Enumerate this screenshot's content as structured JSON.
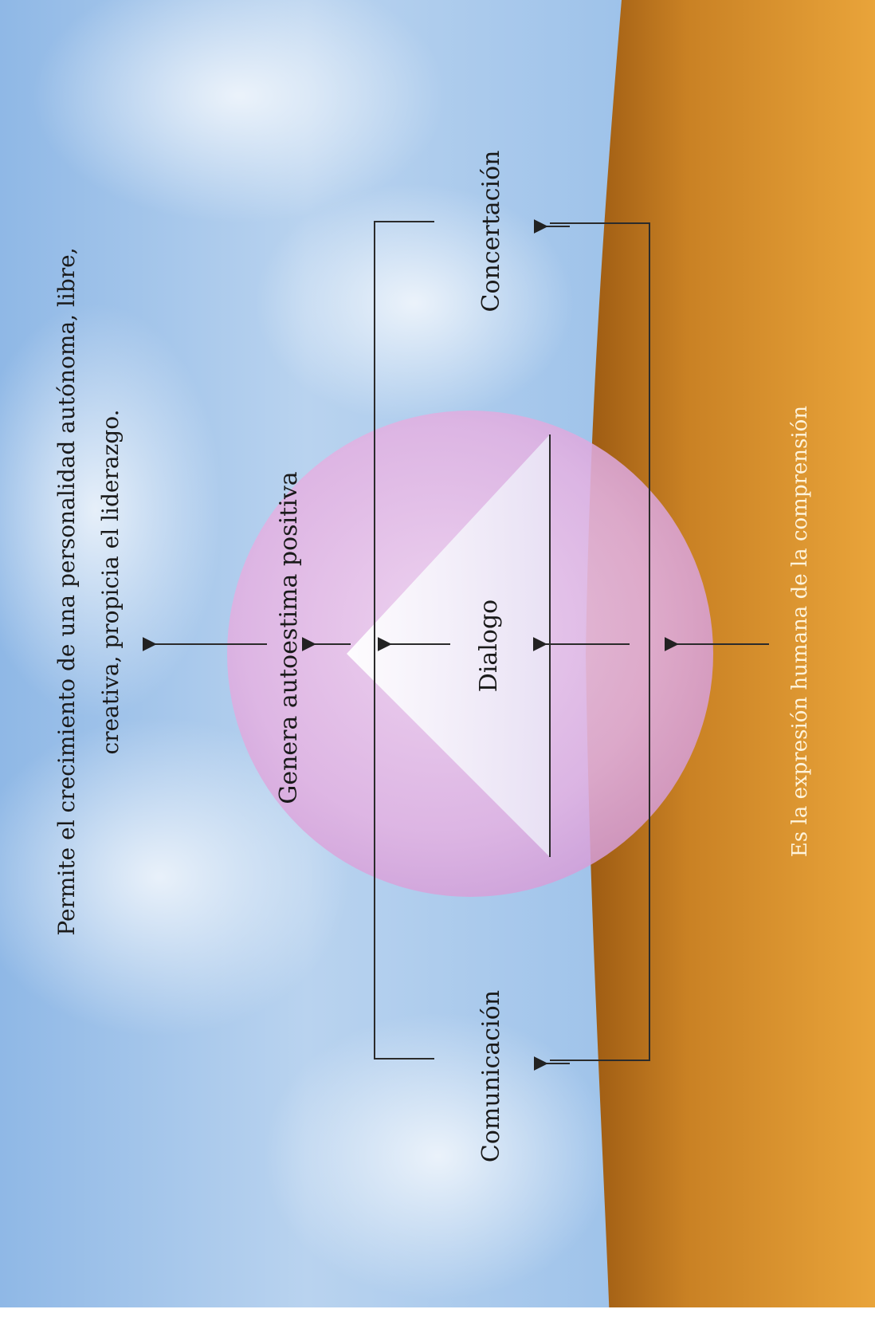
{
  "diagram": {
    "top_statement": {
      "line1": "Permite el crecimiento de una personalidad autónoma, libre,",
      "line2": "creativa, propicia el liderazgo."
    },
    "effect_label": "Genera autoestima positiva",
    "center_label": "Dialogo",
    "left_label": "Comunicación",
    "right_label": "Concertación",
    "bottom_statement": "Es la expresión humana de la comprensión"
  },
  "colors": {
    "sky_top": "#8fb8e6",
    "sky_light": "#e4eef8",
    "ground_dark": "#b46d1a",
    "ground_light": "#e7a23a",
    "sphere": "#e8b6e6",
    "triangle": "#f6f2fb",
    "line": "#2b2b2b",
    "text_dark": "#1a1a1a",
    "text_light": "#fff4dc"
  }
}
